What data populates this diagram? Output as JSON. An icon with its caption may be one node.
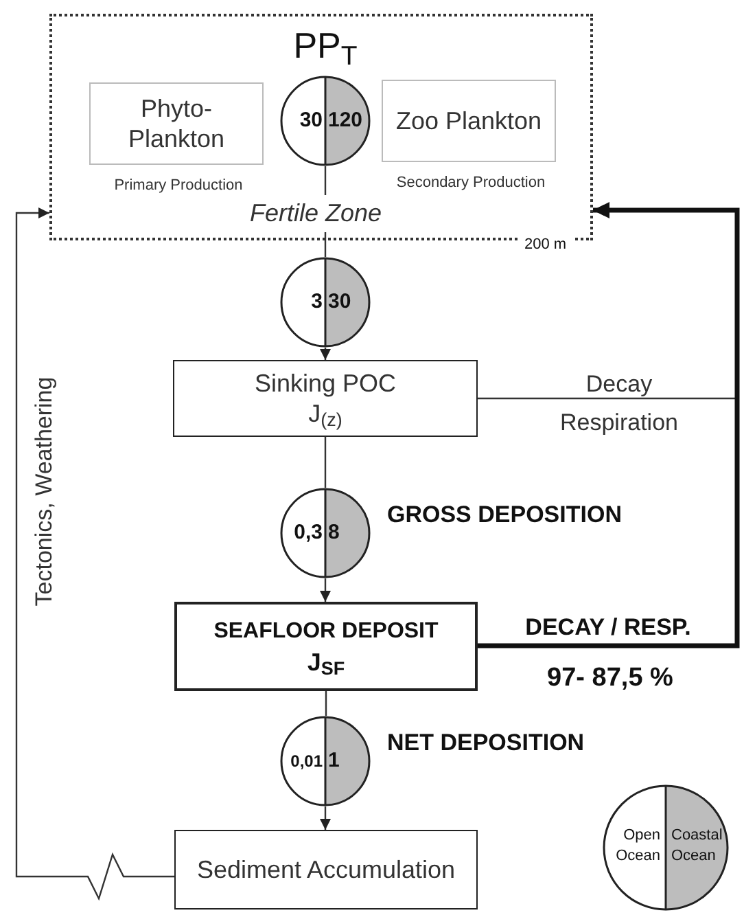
{
  "diagram": {
    "nodes": [
      {
        "text": [
          "Fertile Zone"
        ],
        "beside": [
          "200 m"
        ]
      },
      {
        "text": [
          "Phyto- Plankton"
        ],
        "in": 0,
        "beside": [
          "Primary Production"
        ]
      },
      {
        "text": [
          "PP$_{T}$",
          "30",
          "120"
        ],
        "in": 0
      },
      {
        "text": [
          "Zoo Plankton"
        ],
        "in": 0,
        "beside": [
          "Secondary Production"
        ]
      },
      {
        "text": [
          "3",
          "30"
        ]
      },
      {
        "text": [
          "Sinking POC",
          "J$_{(z)}$"
        ]
      },
      {
        "text": [
          "0,3",
          "8"
        ],
        "beside": [
          "GROSS DEPOSITION"
        ]
      },
      {
        "text": [
          "SEAFLOOR DEPOSIT",
          "J$_{SF}$"
        ]
      },
      {
        "text": [
          "0,01",
          "1"
        ],
        "beside": [
          "NET DEPOSITION"
        ]
      },
      {
        "text": [
          "Sediment Accumulation"
        ]
      }
    ],
    "edges": [
      {
        "from": 2,
        "to": 4,
        "arrow": "none"
      },
      {
        "from": 4,
        "to": 5,
        "arrow": "to"
      },
      {
        "from": 5,
        "to": 6,
        "arrow": "none"
      },
      {
        "from": 6,
        "to": 7,
        "arrow": "to"
      },
      {
        "from": 7,
        "to": 8,
        "arrow": "none"
      },
      {
        "from": 8,
        "to": 9,
        "arrow": "to"
      },
      {
        "from": 5,
        "to": 0,
        "arrow": "to",
        "label": "Decay"
      },
      {
        "from": 7,
        "to": 0,
        "arrow": "to",
        "label": "DECAY / RESP.",
        "style": "thick"
      },
      {
        "from": 9,
        "to": 0,
        "arrow": "to",
        "label": "Tectonics, Weathering"
      }
    ],
    "labels": [
      "Respiration",
      "97- 87,5 %"
    ],
    "legend": [
      {
        "text": "Open Ocean",
        "color": "#ffffff"
      },
      {
        "text": "Coastal Ocean",
        "color": "#bdbdbd"
      }
    ]
  }
}
